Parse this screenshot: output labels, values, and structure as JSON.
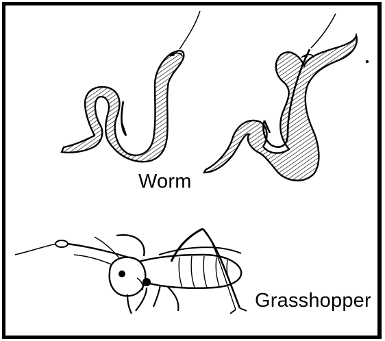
{
  "labels": {
    "worm": "Worm",
    "grasshopper": "Grasshopper"
  },
  "illustrations": [
    {
      "name": "worm-on-hook-left",
      "icon": "worm-hook-icon"
    },
    {
      "name": "worm-on-hook-right",
      "icon": "worm-hook-icon"
    },
    {
      "name": "grasshopper-on-hook",
      "icon": "grasshopper-hook-icon"
    }
  ],
  "colors": {
    "ink": "#000000",
    "background": "#ffffff"
  }
}
